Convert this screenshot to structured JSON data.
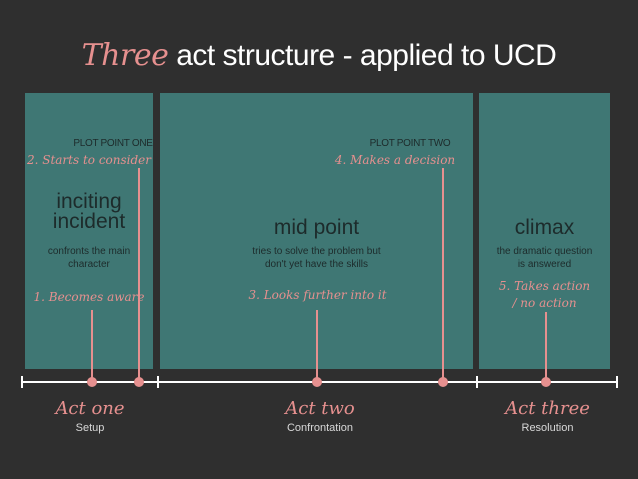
{
  "title": {
    "accent": "Three",
    "rest": "act structure - applied to UCD"
  },
  "acts": [
    {
      "name": "Act one",
      "sub": "Setup"
    },
    {
      "name": "Act two",
      "sub": "Confrontation"
    },
    {
      "name": "Act three",
      "sub": "Resolution"
    }
  ],
  "plot_points": {
    "one": "PLOT POINT ONE",
    "two": "PLOT POINT TWO"
  },
  "steps": {
    "s1": "1. Becomes aware",
    "s2": "2. Starts to consider",
    "s3": "3. Looks further into it",
    "s4": "4. Makes a decision",
    "s5a": "5. Takes action",
    "s5b": "/ no action"
  },
  "inciting": {
    "head1": "inciting",
    "head2": "incident",
    "sub1": "confronts the main",
    "sub2": "character"
  },
  "midpoint": {
    "head": "mid point",
    "sub1": "tries to solve the problem but",
    "sub2": "don't yet have the skills"
  },
  "climax": {
    "head": "climax",
    "sub1": "the dramatic question",
    "sub2": "is answered"
  },
  "colors": {
    "background": "#2f2f2f",
    "panel": "#3f7774",
    "accent": "#e6908f",
    "text_dark": "#1d2b2b"
  }
}
